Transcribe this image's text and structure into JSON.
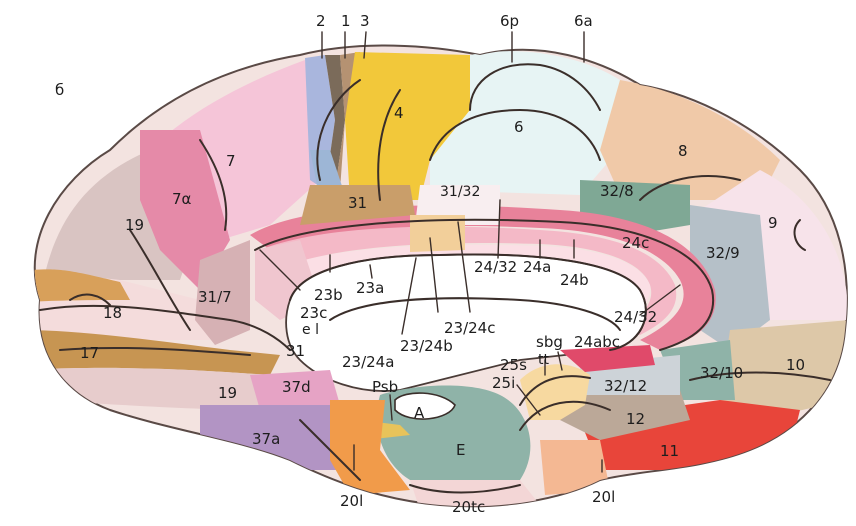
{
  "figure_letter": "б",
  "areas": {
    "a2": "2",
    "a1": "1",
    "a3": "3",
    "a6p": "6p",
    "a6a": "6a",
    "a4": "4",
    "a6": "6",
    "a8": "8",
    "a7": "7",
    "a7alpha": "7α",
    "a19_top": "19",
    "a31": "31",
    "a31_32": "31/32",
    "a32_8": "32/8",
    "a9": "9",
    "a24c": "24c",
    "a32_9": "32/9",
    "a24_32_top": "24/32",
    "a24a": "24a",
    "a24b": "24b",
    "a23b": "23b",
    "a23a": "23a",
    "a18": "18",
    "a31_7": "31/7",
    "a23c": "23c",
    "a_el": "e l",
    "a24_32_right": "24/32",
    "a23_24c": "23/24c",
    "a17": "17",
    "a31_low": "31",
    "a23_24b": "23/24b",
    "a23_24a": "23/24a",
    "a_sbg": "sbg",
    "a24abc": "24abc",
    "a_tt": "tt",
    "a25s": "25s",
    "a25i": "25i",
    "a10": "10",
    "a32_10": "32/10",
    "a32_12": "32/12",
    "a19_low": "19",
    "a37d": "37d",
    "a_psb": "Psb",
    "a_A": "A",
    "a12": "12",
    "a37a": "37a",
    "a_E": "E",
    "a11": "11",
    "a20l_left": "20l",
    "a20tc": "20tc",
    "a20l_right": "20l"
  }
}
